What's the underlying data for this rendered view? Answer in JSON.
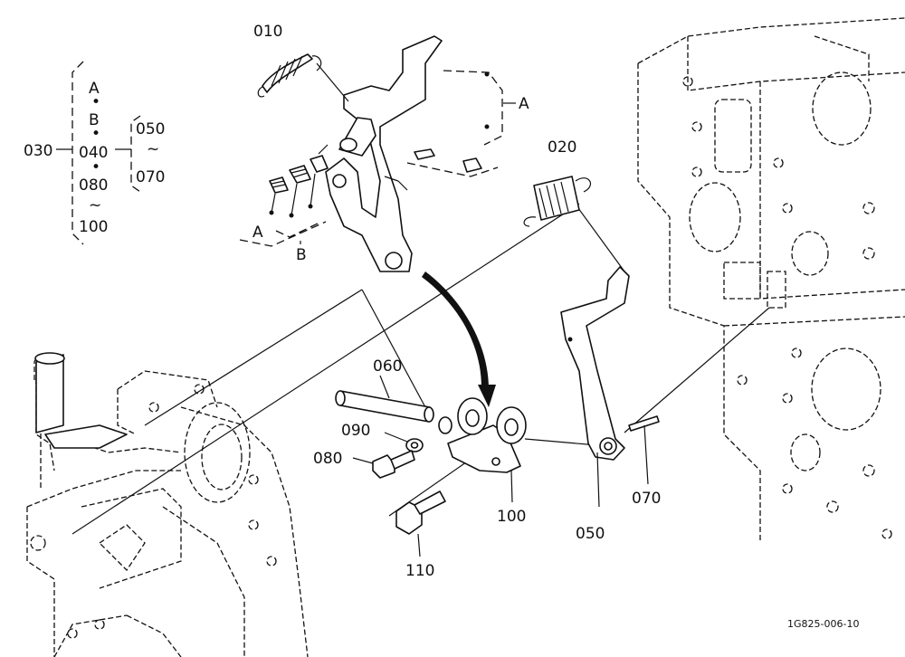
{
  "parts": {
    "p010": "010",
    "p020": "020",
    "p030": "030",
    "p050": "050",
    "p060": "060",
    "p070": "070",
    "p080": "080",
    "p090": "090",
    "p100": "100",
    "p110": "110"
  },
  "bracket": {
    "a": "A",
    "b": "B",
    "p040": "040",
    "p080": "080",
    "p100": "100",
    "p050": "050",
    "p070": "070",
    "dot": "•",
    "tilde": "~"
  },
  "callouts": {
    "a_right": "A",
    "a_left": "A",
    "b_bottom": "B"
  },
  "code": "1G825-006-10"
}
